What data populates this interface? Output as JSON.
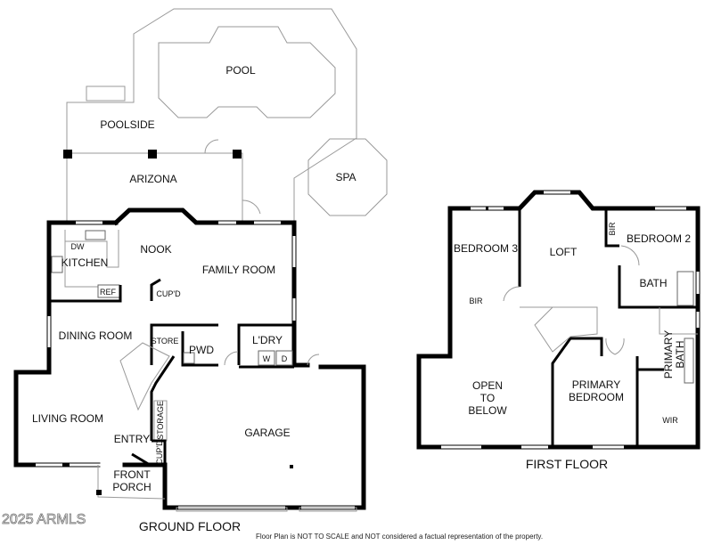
{
  "watermark": "2025 ARMLS",
  "disclaimer": "Floor Plan is NOT TO SCALE and NOT considered a factual representation of the property.",
  "ground_floor": {
    "title": "GROUND FLOOR",
    "rooms": {
      "pool": "POOL",
      "poolside": "POOLSIDE",
      "spa": "SPA",
      "arizona": "ARIZONA",
      "nook": "NOOK",
      "kitchen": "KITCHEN",
      "dw": "DW",
      "ref": "REF",
      "cupd": "CUP'D",
      "family_room": "FAMILY ROOM",
      "dining_room": "DINING ROOM",
      "store": "STORE",
      "pwd": "PWD",
      "laundry": "L'DRY",
      "washer": "W",
      "dryer": "D",
      "living_room": "LIVING ROOM",
      "entry": "ENTRY",
      "storage": "STORAGE",
      "cupd2": "CUP'D",
      "front_porch_1": "FRONT",
      "front_porch_2": "PORCH",
      "garage": "GARAGE"
    }
  },
  "first_floor": {
    "title": "FIRST FLOOR",
    "rooms": {
      "bedroom3": "BEDROOM 3",
      "bir1": "BIR",
      "loft": "LOFT",
      "bir2": "BIR",
      "bedroom2": "BEDROOM 2",
      "bath": "BATH",
      "open_1": "OPEN",
      "open_2": "TO",
      "open_3": "BELOW",
      "primary_bedroom_1": "PRIMARY",
      "primary_bedroom_2": "BEDROOM",
      "primary_bath_1": "PRIMARY",
      "primary_bath_2": "BATH",
      "wir": "WIR"
    }
  }
}
